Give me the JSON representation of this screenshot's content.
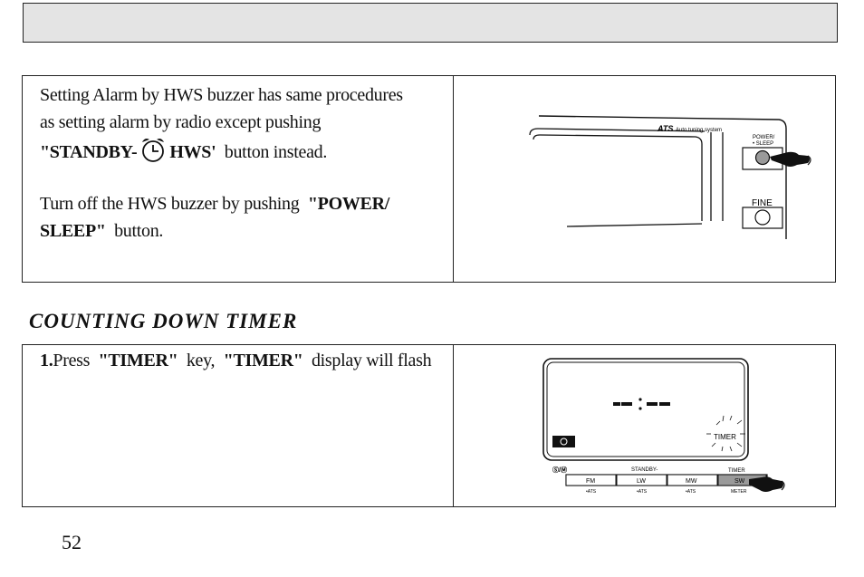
{
  "header": {
    "text": ""
  },
  "section1": {
    "para1": {
      "line1": "Setting Alarm by HWS buzzer has same procedures",
      "line2": "as setting alarm by radio except pushing",
      "btn_prefix": "\"STANDBY-",
      "btn_suffix": "HWS'",
      "line3_tail": "button instead."
    },
    "para2": {
      "line1_text": "Turn off the HWS buzzer by pushing",
      "line1_bold": "\"POWER/",
      "line2_bold": "SLEEP\"",
      "line2_text": "button."
    },
    "illustration": {
      "brand": "ATS",
      "brand_sub": "Auto tuning system",
      "power_label_1": "POWER/",
      "power_label_2": "• SLEEP",
      "fine_label": "FINE"
    }
  },
  "section2": {
    "title": "COUNTING DOWN TIMER",
    "step": {
      "number": "1.",
      "verb": "Press",
      "key1": "\"TIMER\"",
      "mid": "key,",
      "key2": "\"TIMER\"",
      "tail": "display will flash"
    },
    "illustration": {
      "display_digits": "- - : - -",
      "timer_label": "TIMER",
      "top_labels": [
        "STANDBY-",
        "TIMER"
      ],
      "bands": [
        "FM",
        "LW",
        "MW",
        "SW"
      ],
      "band_sublabels": [
        "•ATS",
        "•ATS",
        "•ATS",
        "METER"
      ]
    }
  },
  "page_number": "52",
  "colors": {
    "header_fill": "#e4e4e4",
    "border": "#222222",
    "highlight_button": "#9a9a9a"
  },
  "icons": [
    "alarm-clock-icon",
    "pointing-hand-icon",
    "clock-icon",
    "sun-flash-icon"
  ]
}
